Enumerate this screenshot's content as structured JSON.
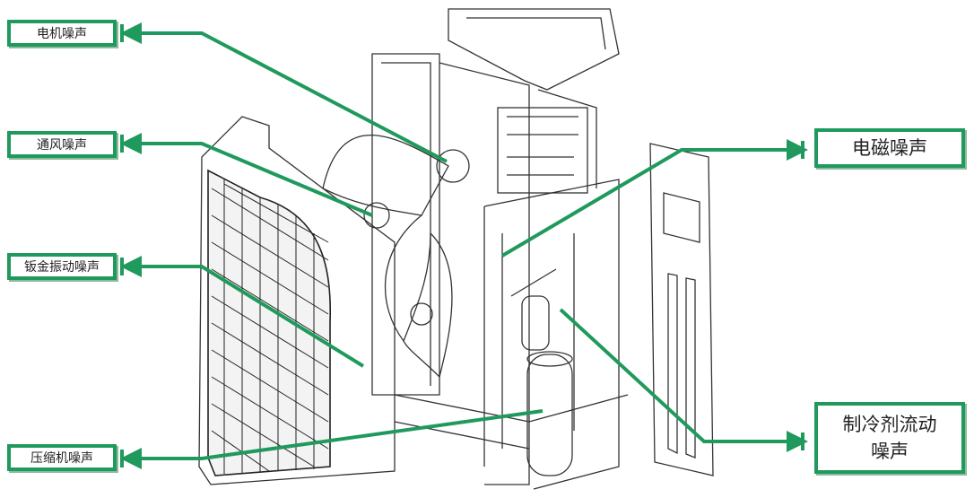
{
  "labels": {
    "motor": "电机噪声",
    "ventilation": "通风噪声",
    "sheet_metal": "钣金振动噪声",
    "compressor": "压缩机噪声",
    "electromagnetic": "电磁噪声",
    "refrigerant_line1": "制冷剂流动",
    "refrigerant_line2": "噪声"
  },
  "colors": {
    "accent": "#1f9a5c",
    "line": "#333333"
  }
}
